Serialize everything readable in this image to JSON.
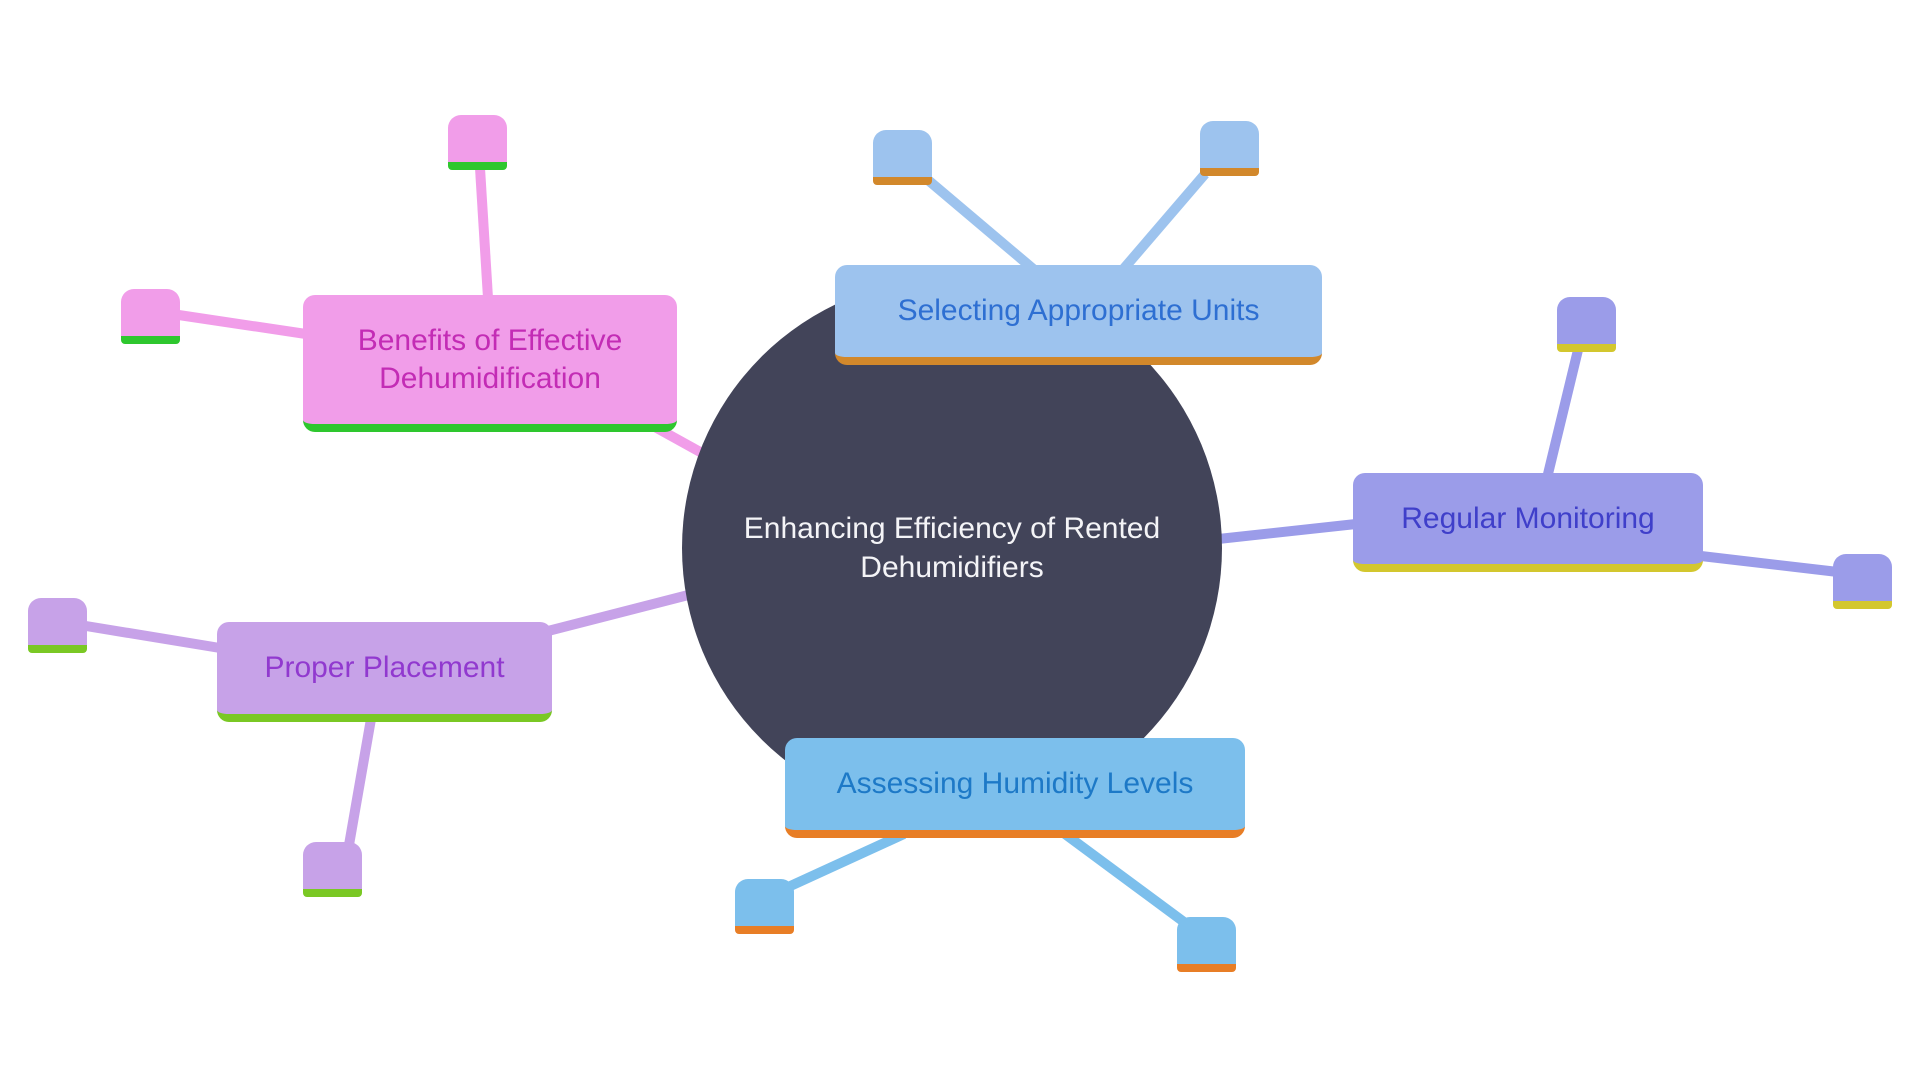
{
  "diagram": {
    "type": "mindmap",
    "background_color": "#ffffff",
    "center": {
      "label": "Enhancing Efficiency of Rented Dehumidifiers",
      "bg_color": "#424459",
      "text_color": "#f4f4f7"
    },
    "branches": [
      {
        "label": "Selecting Appropriate Units",
        "bg_color": "#9dc3ee",
        "text_color": "#2e6fd2",
        "accent_color": "#d2882b",
        "leaf_count": 2,
        "position": "top"
      },
      {
        "label": "Regular Monitoring",
        "bg_color": "#9b9ce9",
        "text_color": "#3f3fca",
        "accent_color": "#d3c72e",
        "leaf_count": 2,
        "position": "right"
      },
      {
        "label": "Assessing Humidity Levels",
        "bg_color": "#7cbfec",
        "text_color": "#1d79c7",
        "accent_color": "#e87e26",
        "leaf_count": 2,
        "position": "bottom"
      },
      {
        "label": "Proper Placement",
        "bg_color": "#c7a2e8",
        "text_color": "#9139cf",
        "accent_color": "#7ac824",
        "leaf_count": 2,
        "position": "left"
      },
      {
        "label": "Benefits of Effective Dehumidification",
        "bg_color": "#f19de9",
        "text_color": "#c32cb5",
        "accent_color": "#2ec72e",
        "leaf_count": 2,
        "position": "top-left"
      }
    ]
  }
}
